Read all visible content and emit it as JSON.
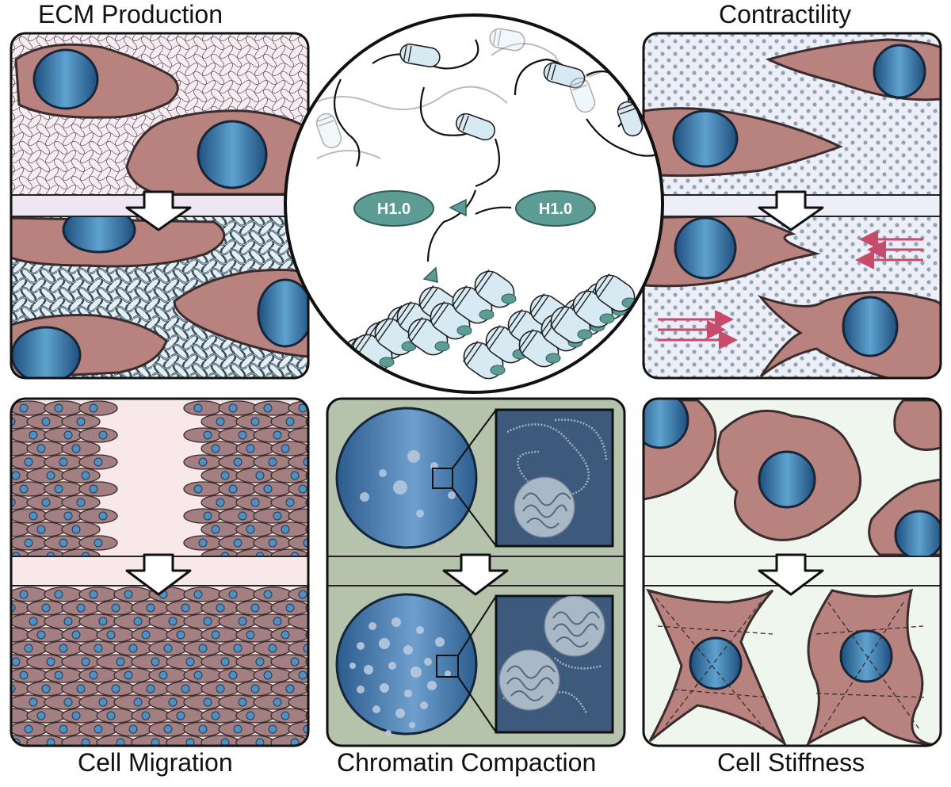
{
  "labels": {
    "ecm_production": "ECM Production",
    "contractility": "Contractility",
    "cell_migration": "Cell Migration",
    "chromatin_compaction": "Chromatin Compaction",
    "cell_stiffness": "Cell Stiffness"
  },
  "center": {
    "h1_left": "H1.0",
    "h1_right": "H1.0"
  },
  "colors": {
    "cell_fill": "#b8837f",
    "nucleus_blue": "#2f6fa3",
    "h1_teal": "#5d9c94",
    "arrow_pink": "#c74b6b",
    "panel_pink": "#f7ecf1",
    "panel_lavender": "#eeeef8",
    "panel_green": "#b5c3ac",
    "panel_mint": "#eef6ee",
    "migration_pink": "#f8e8ea",
    "chromatin_dark": "#3d5a7d"
  }
}
